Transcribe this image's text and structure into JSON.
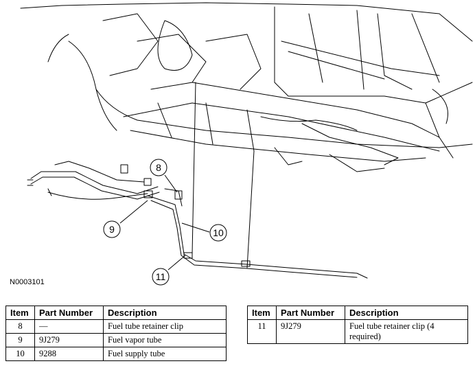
{
  "figure": {
    "id_label": "N0003101",
    "callouts": [
      {
        "label": "8"
      },
      {
        "label": "9"
      },
      {
        "label": "10"
      },
      {
        "label": "11"
      }
    ]
  },
  "table_left": {
    "headers": [
      "Item",
      "Part Number",
      "Description"
    ],
    "rows": [
      {
        "item": "8",
        "part": "—",
        "desc": "Fuel tube retainer clip"
      },
      {
        "item": "9",
        "part": "9J279",
        "desc": "Fuel vapor tube"
      },
      {
        "item": "10",
        "part": "9288",
        "desc": "Fuel supply tube"
      }
    ]
  },
  "table_right": {
    "headers": [
      "Item",
      "Part Number",
      "Description"
    ],
    "rows": [
      {
        "item": "11",
        "part": "9J279",
        "desc": "Fuel tube retainer clip (4 required)"
      }
    ]
  }
}
